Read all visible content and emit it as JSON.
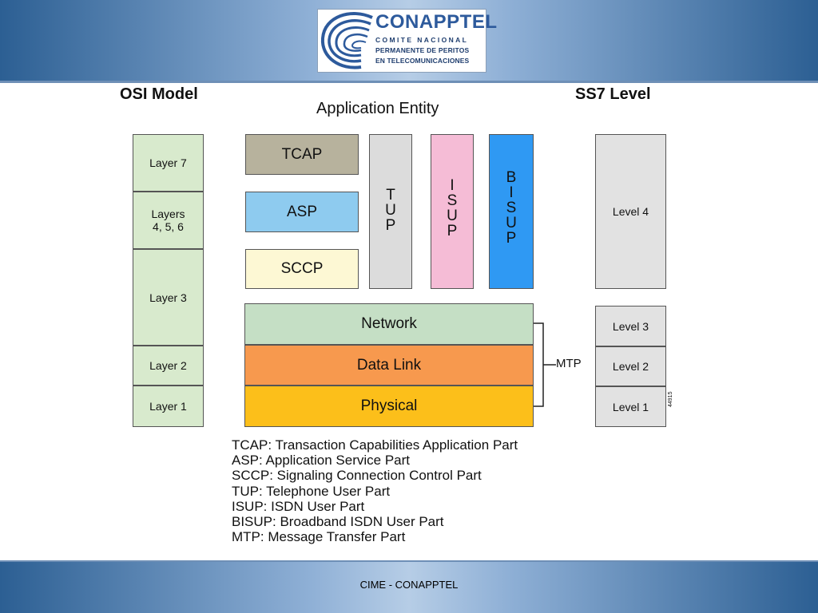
{
  "logo": {
    "name": "CONAPPTEL",
    "line1": "COMITE NACIONAL",
    "line2": "PERMANENTE DE PERITOS",
    "line3": "EN TELECOMUNICACIONES"
  },
  "headings": {
    "osi": "OSI Model",
    "ss7": "SS7 Level",
    "application": "Application Entity"
  },
  "osi_layers": [
    {
      "label": "Layer 7"
    },
    {
      "label": "Layers\n4, 5, 6"
    },
    {
      "label": "Layer 3"
    },
    {
      "label": "Layer 2"
    },
    {
      "label": "Layer 1"
    }
  ],
  "protocols": {
    "tcap": "TCAP",
    "asp": "ASP",
    "sccp": "SCCP",
    "tup": [
      "T",
      "U",
      "P"
    ],
    "isup": [
      "I",
      "S",
      "U",
      "P"
    ],
    "bisup": [
      "B",
      "I",
      "S",
      "U",
      "P"
    ]
  },
  "mtp_stack": {
    "network": "Network",
    "data_link": "Data Link",
    "physical": "Physical",
    "bracket_label": "MTP"
  },
  "ss7_levels": {
    "level4": "Level 4",
    "level3": "Level 3",
    "level2": "Level 2",
    "level1": "Level 1"
  },
  "figure_id": "44915",
  "legend": [
    "TCAP: Transaction Capabilities Application Part",
    "ASP: Application Service Part",
    "SCCP: Signaling Connection Control Part",
    "TUP: Telephone User Part",
    "ISUP: ISDN User Part",
    "BISUP: Broadband ISDN User Part",
    "MTP: Message Transfer Part"
  ],
  "footer": "CIME - CONAPPTEL",
  "colors": {
    "tcap": "#b7b29d",
    "asp": "#8ecbef",
    "sccp": "#fdf8d4",
    "tup": "#dcdcdc",
    "isup": "#f5bcd6",
    "bisup": "#2f99f3",
    "network": "#c5dfc5",
    "data_link": "#f7994e",
    "physical": "#fcbf1a",
    "osi": "#d8eacd",
    "ss7": "#e2e2e2"
  }
}
